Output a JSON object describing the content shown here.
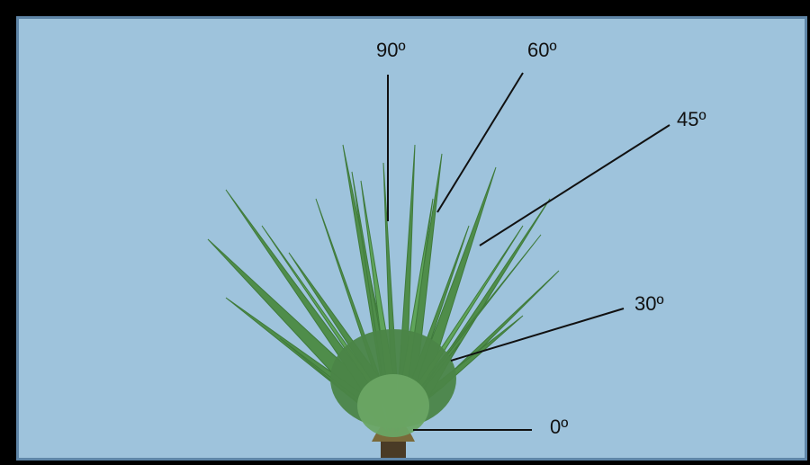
{
  "background_color": "#9ec3dc",
  "plant_color": "#4f8d4a",
  "angle_labels": [
    {
      "id": "90",
      "text": "90º"
    },
    {
      "id": "60",
      "text": "60º"
    },
    {
      "id": "45",
      "text": "45º"
    },
    {
      "id": "30",
      "text": "30º"
    },
    {
      "id": "0",
      "text": "0º"
    }
  ]
}
